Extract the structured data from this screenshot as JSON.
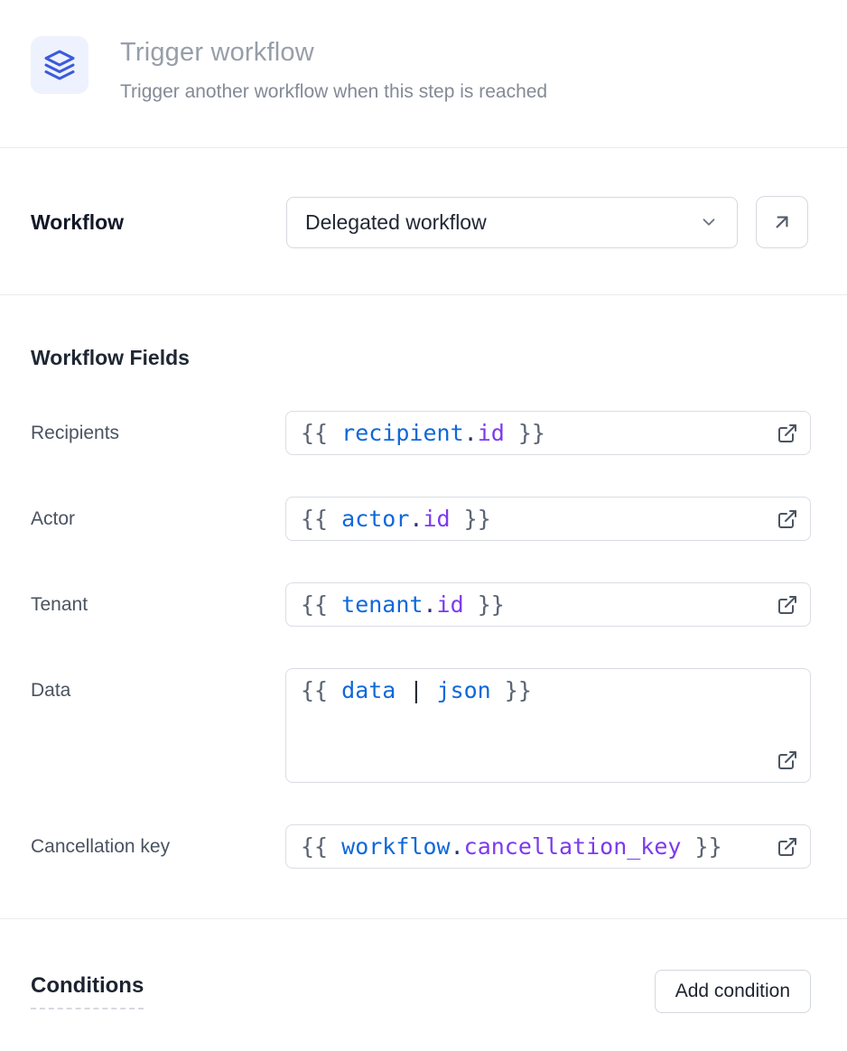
{
  "colors": {
    "accent_blue": "#3b5bdb",
    "icon_background": "#eef2ff",
    "code_variable": "#0f68d9",
    "code_property": "#7c3aed",
    "code_punctuation": "#5b6472"
  },
  "header": {
    "title": "Trigger workflow",
    "subtitle": "Trigger another workflow when this step is reached",
    "icon": "layers-icon"
  },
  "workflow_selector": {
    "label": "Workflow",
    "selected_option": "Delegated workflow",
    "dropdown_icon": "chevron-down-icon",
    "open_button_icon": "arrow-up-right-icon"
  },
  "workflow_fields": {
    "heading": "Workflow Fields",
    "fields": [
      {
        "label": "Recipients",
        "value": "{{ recipient.id }}",
        "tokens": {
          "open": "{{ ",
          "variable": "recipient",
          "dot": ".",
          "property": "id",
          "close": " }}"
        }
      },
      {
        "label": "Actor",
        "value": "{{ actor.id }}",
        "tokens": {
          "open": "{{ ",
          "variable": "actor",
          "dot": ".",
          "property": "id",
          "close": " }}"
        }
      },
      {
        "label": "Tenant",
        "value": "{{ tenant.id }}",
        "tokens": {
          "open": "{{ ",
          "variable": "tenant",
          "dot": ".",
          "property": "id",
          "close": " }}"
        }
      },
      {
        "label": "Data",
        "value": "{{ data | json }}",
        "tokens": {
          "open": "{{ ",
          "variable": "data",
          "pipe": " | ",
          "filter": "json",
          "close": " }}"
        }
      },
      {
        "label": "Cancellation key",
        "value": "{{ workflow.cancellation_key }}",
        "tokens": {
          "open": "{{ ",
          "variable": "workflow",
          "dot": ".",
          "property": "cancellation_key",
          "close": " }}"
        }
      }
    ]
  },
  "conditions": {
    "heading": "Conditions",
    "add_button_label": "Add condition"
  }
}
